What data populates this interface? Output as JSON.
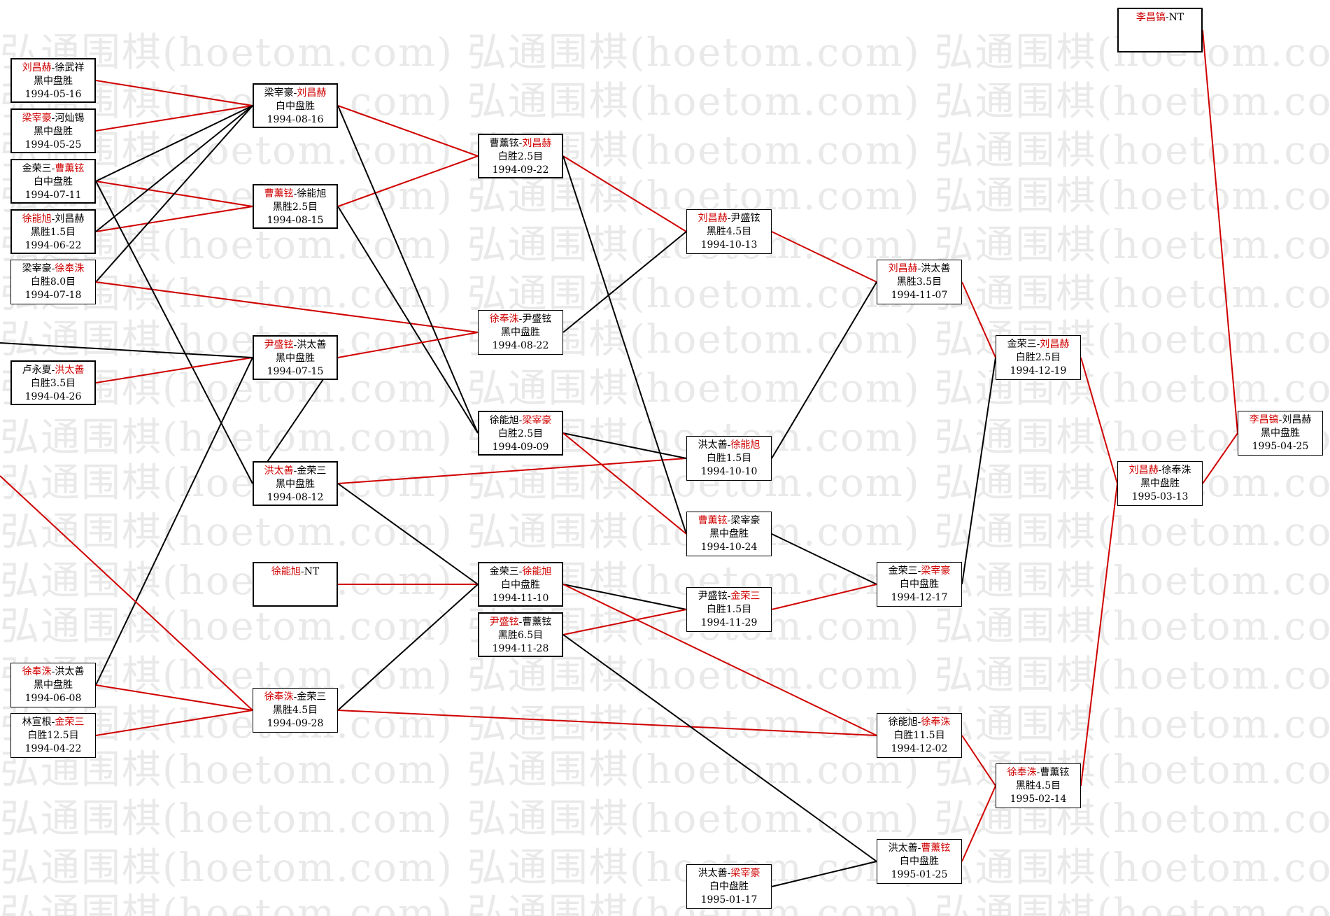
{
  "watermark": "弘通围棋(hoetom.com)",
  "colors": {
    "winner": "#d00000",
    "loser_line": "#000000",
    "win_line": "#d00000"
  },
  "matches": [
    {
      "id": "m1",
      "p1": "刘昌赫",
      "p2": "徐武祥",
      "winner": 1,
      "result": "黑中盘胜",
      "date": "1994-05-16"
    },
    {
      "id": "m2",
      "p1": "梁宰豪",
      "p2": "河灿锡",
      "winner": 1,
      "result": "黑中盘胜",
      "date": "1994-05-25"
    },
    {
      "id": "m3",
      "p1": "金荣三",
      "p2": "曹薰铉",
      "winner": 2,
      "result": "白中盘胜",
      "date": "1994-07-11"
    },
    {
      "id": "m4",
      "p1": "徐能旭",
      "p2": "刘昌赫",
      "winner": 1,
      "result": "黑胜1.5目",
      "date": "1994-06-22"
    },
    {
      "id": "m5",
      "p1": "梁宰豪",
      "p2": "徐奉洙",
      "winner": 2,
      "result": "白胜8.0目",
      "date": "1994-07-18"
    },
    {
      "id": "m6",
      "p1": "卢永夏",
      "p2": "洪太善",
      "winner": 2,
      "result": "白胜3.5目",
      "date": "1994-04-26"
    },
    {
      "id": "m7",
      "p1": "徐奉洙",
      "p2": "洪太善",
      "winner": 1,
      "result": "黑中盘胜",
      "date": "1994-06-08"
    },
    {
      "id": "m8",
      "p1": "林宣根",
      "p2": "金荣三",
      "winner": 2,
      "result": "白胜12.5目",
      "date": "1994-04-22"
    },
    {
      "id": "m9",
      "p1": "梁宰豪",
      "p2": "刘昌赫",
      "winner": 2,
      "result": "白中盘胜",
      "date": "1994-08-16"
    },
    {
      "id": "m10",
      "p1": "曹薰铉",
      "p2": "徐能旭",
      "winner": 1,
      "result": "黑胜2.5目",
      "date": "1994-08-15"
    },
    {
      "id": "m11",
      "p1": "尹盛铉",
      "p2": "洪太善",
      "winner": 1,
      "result": "黑中盘胜",
      "date": "1994-07-15"
    },
    {
      "id": "m12",
      "p1": "洪太善",
      "p2": "金荣三",
      "winner": 1,
      "result": "黑中盘胜",
      "date": "1994-08-12"
    },
    {
      "id": "m13",
      "p1": "徐能旭",
      "p2": "NT",
      "winner": 1,
      "result": "",
      "date": ""
    },
    {
      "id": "m14",
      "p1": "徐奉洙",
      "p2": "金荣三",
      "winner": 1,
      "result": "黑胜4.5目",
      "date": "1994-09-28"
    },
    {
      "id": "m15",
      "p1": "曹薰铉",
      "p2": "刘昌赫",
      "winner": 2,
      "result": "白胜2.5目",
      "date": "1994-09-22"
    },
    {
      "id": "m16",
      "p1": "徐奉洙",
      "p2": "尹盛铉",
      "winner": 1,
      "result": "黑中盘胜",
      "date": "1994-08-22"
    },
    {
      "id": "m17",
      "p1": "徐能旭",
      "p2": "梁宰豪",
      "winner": 2,
      "result": "白胜2.5目",
      "date": "1994-09-09"
    },
    {
      "id": "m18",
      "p1": "金荣三",
      "p2": "徐能旭",
      "winner": 2,
      "result": "白中盘胜",
      "date": "1994-11-10"
    },
    {
      "id": "m19",
      "p1": "尹盛铉",
      "p2": "曹薰铉",
      "winner": 1,
      "result": "黑胜6.5目",
      "date": "1994-11-28"
    },
    {
      "id": "m20",
      "p1": "刘昌赫",
      "p2": "尹盛铉",
      "winner": 1,
      "result": "黑胜4.5目",
      "date": "1994-10-13"
    },
    {
      "id": "m21",
      "p1": "洪太善",
      "p2": "徐能旭",
      "winner": 2,
      "result": "白胜1.5目",
      "date": "1994-10-10"
    },
    {
      "id": "m22",
      "p1": "曹薰铉",
      "p2": "梁宰豪",
      "winner": 1,
      "result": "黑中盘胜",
      "date": "1994-10-24"
    },
    {
      "id": "m23",
      "p1": "尹盛铉",
      "p2": "金荣三",
      "winner": 2,
      "result": "白胜1.5目",
      "date": "1994-11-29"
    },
    {
      "id": "m24",
      "p1": "洪太善",
      "p2": "梁宰豪",
      "winner": 2,
      "result": "白中盘胜",
      "date": "1995-01-17"
    },
    {
      "id": "m25",
      "p1": "刘昌赫",
      "p2": "洪太善",
      "winner": 1,
      "result": "黑胜3.5目",
      "date": "1994-11-07"
    },
    {
      "id": "m26",
      "p1": "金荣三",
      "p2": "梁宰豪",
      "winner": 2,
      "result": "白中盘胜",
      "date": "1994-12-17"
    },
    {
      "id": "m27",
      "p1": "徐能旭",
      "p2": "徐奉洙",
      "winner": 2,
      "result": "白胜11.5目",
      "date": "1994-12-02"
    },
    {
      "id": "m28",
      "p1": "洪太善",
      "p2": "曹薰铉",
      "winner": 2,
      "result": "白中盘胜",
      "date": "1995-01-25"
    },
    {
      "id": "m29",
      "p1": "金荣三",
      "p2": "刘昌赫",
      "winner": 2,
      "result": "白胜2.5目",
      "date": "1994-12-19"
    },
    {
      "id": "m30",
      "p1": "徐奉洙",
      "p2": "曹薰铉",
      "winner": 1,
      "result": "黑胜4.5目",
      "date": "1995-02-14"
    },
    {
      "id": "m31",
      "p1": "刘昌赫",
      "p2": "徐奉洙",
      "winner": 1,
      "result": "黑中盘胜",
      "date": "1995-03-13"
    },
    {
      "id": "m32",
      "p1": "李昌镐",
      "p2": "NT",
      "winner": 1,
      "result": "",
      "date": ""
    },
    {
      "id": "m33",
      "p1": "李昌镐",
      "p2": "刘昌赫",
      "winner": 1,
      "result": "黑中盘胜",
      "date": "1995-04-25"
    }
  ],
  "links": [
    {
      "from": "m1",
      "to": "m9",
      "win": true
    },
    {
      "from": "m2",
      "to": "m9",
      "win": true
    },
    {
      "from": "m3",
      "to": "m10",
      "win": true
    },
    {
      "from": "m4",
      "to": "m10",
      "win": true
    },
    {
      "from": "m3",
      "to": "m9",
      "win": false
    },
    {
      "from": "m4",
      "to": "m9",
      "win": false
    },
    {
      "from": "m5",
      "to": "m9",
      "win": false
    },
    {
      "from": "m5",
      "to": "m16",
      "win": true
    },
    {
      "from": "m3",
      "to": "m12",
      "win": false
    },
    {
      "from": "m6",
      "to": "m11",
      "win": true
    },
    {
      "from": "m7",
      "to": "m11",
      "win": false
    },
    {
      "from": "m7",
      "to": "m14",
      "win": true
    },
    {
      "from": "m8",
      "to": "m14",
      "win": true
    },
    {
      "from": "m11",
      "to": "m12",
      "win": false
    },
    {
      "from": "m9",
      "to": "m15",
      "win": true
    },
    {
      "from": "m10",
      "to": "m15",
      "win": true
    },
    {
      "from": "m9",
      "to": "m17",
      "win": false
    },
    {
      "from": "m10",
      "to": "m17",
      "win": false
    },
    {
      "from": "m11",
      "to": "m16",
      "win": true
    },
    {
      "from": "m12",
      "to": "m21",
      "win": true
    },
    {
      "from": "m12",
      "to": "m18",
      "win": false
    },
    {
      "from": "m13",
      "to": "m18",
      "win": true
    },
    {
      "from": "m14",
      "to": "m18",
      "win": false
    },
    {
      "from": "m14",
      "to": "m27",
      "win": true
    },
    {
      "from": "m15",
      "to": "m20",
      "win": true
    },
    {
      "from": "m15",
      "to": "m22",
      "win": false
    },
    {
      "from": "m16",
      "to": "m20",
      "win": false
    },
    {
      "from": "m17",
      "to": "m21",
      "win": false
    },
    {
      "from": "m17",
      "to": "m22",
      "win": true
    },
    {
      "from": "m18",
      "to": "m23",
      "win": false
    },
    {
      "from": "m18",
      "to": "m27",
      "win": true
    },
    {
      "from": "m19",
      "to": "m23",
      "win": true
    },
    {
      "from": "m19",
      "to": "m28",
      "win": false
    },
    {
      "from": "m20",
      "to": "m25",
      "win": true
    },
    {
      "from": "m21",
      "to": "m25",
      "win": false
    },
    {
      "from": "m22",
      "to": "m26",
      "win": false
    },
    {
      "from": "m23",
      "to": "m26",
      "win": true
    },
    {
      "from": "m24",
      "to": "m28",
      "win": false
    },
    {
      "from": "m25",
      "to": "m29",
      "win": true
    },
    {
      "from": "m26",
      "to": "m29",
      "win": false
    },
    {
      "from": "m27",
      "to": "m30",
      "win": true
    },
    {
      "from": "m28",
      "to": "m30",
      "win": true
    },
    {
      "from": "m29",
      "to": "m31",
      "win": true
    },
    {
      "from": "m30",
      "to": "m31",
      "win": true
    },
    {
      "from": "m31",
      "to": "m33",
      "win": true
    },
    {
      "from": "m32",
      "to": "m33",
      "win": true
    }
  ]
}
